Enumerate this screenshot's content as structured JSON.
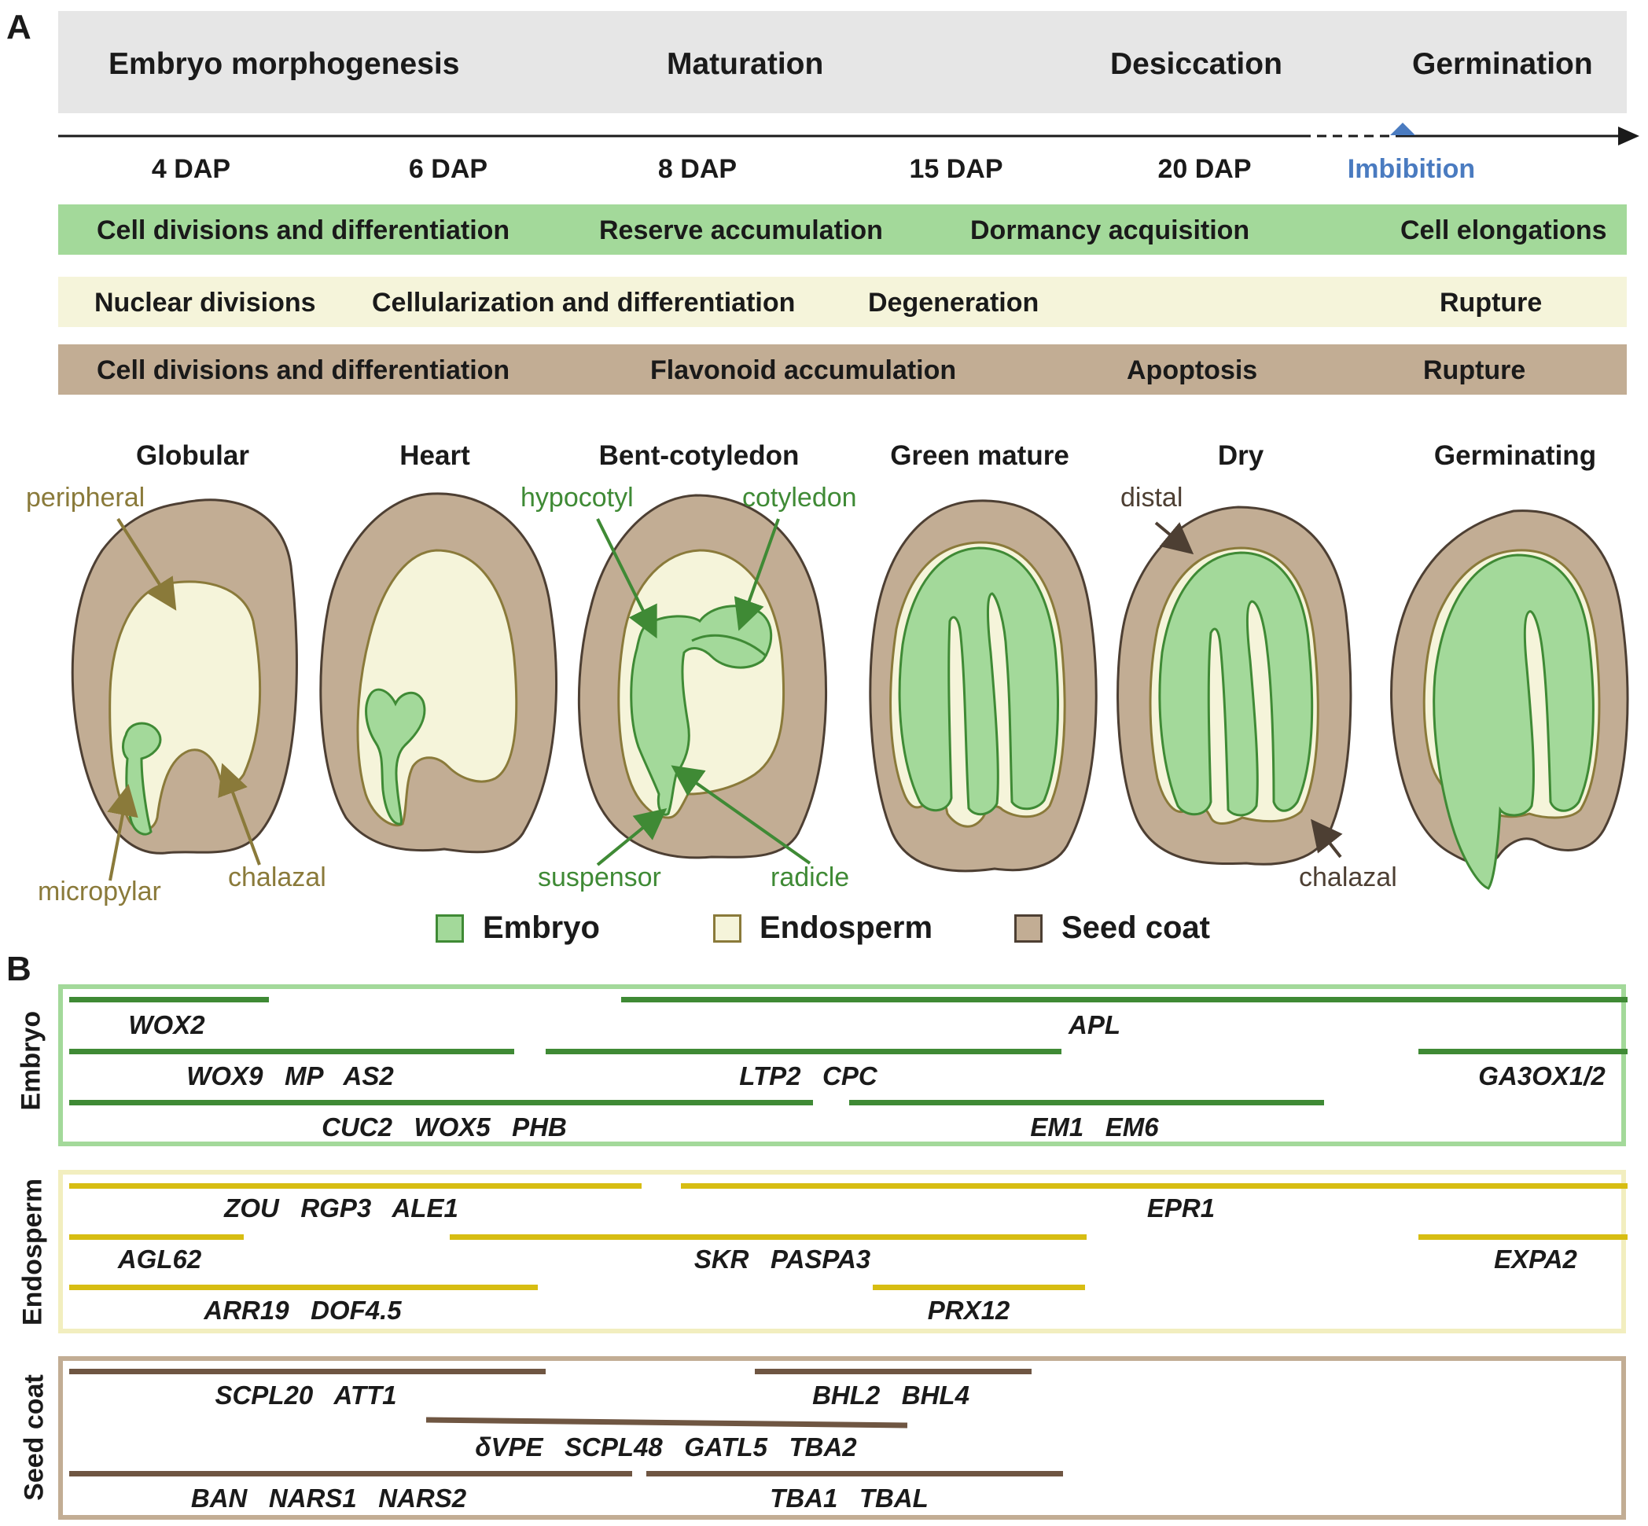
{
  "panels": {
    "a": "A",
    "b": "B"
  },
  "phases": [
    "Embryo morphogenesis",
    "Maturation",
    "Desiccation",
    "Germination"
  ],
  "timepoints": [
    "4 DAP",
    "6 DAP",
    "8 DAP",
    "15 DAP",
    "20 DAP"
  ],
  "imbibition": "Imbibition",
  "rows": {
    "embryo": [
      "Cell divisions and differentiation",
      "Reserve accumulation",
      "Dormancy acquisition",
      "Cell elongations"
    ],
    "endosperm": [
      "Nuclear divisions",
      "Cellularization and differentiation",
      "Degeneration",
      "Rupture"
    ],
    "seedcoat": [
      "Cell divisions and differentiation",
      "Flavonoid accumulation",
      "Apoptosis",
      "Rupture"
    ]
  },
  "stages": [
    "Globular",
    "Heart",
    "Bent-cotyledon",
    "Green mature",
    "Dry",
    "Germinating"
  ],
  "annotations": {
    "peripheral": "peripheral",
    "micropylar": "micropylar",
    "chalazal": "chalazal",
    "hypocotyl": "hypocotyl",
    "cotyledon": "cotyledon",
    "suspensor": "suspensor",
    "radicle": "radicle",
    "distal": "distal",
    "chalazal2": "chalazal"
  },
  "legend": {
    "embryo": "Embryo",
    "endosperm": "Endosperm",
    "seedcoat": "Seed coat"
  },
  "tissues": {
    "embryo": "Embryo",
    "endosperm": "Endosperm",
    "seedcoat": "Seed coat"
  },
  "genes": {
    "e1": "WOX2",
    "e2": "APL",
    "e3": "WOX9   MP   AS2",
    "e4": "LTP2   CPC",
    "e5": "GA3OX1/2",
    "e6": "CUC2   WOX5   PHB",
    "e7": "EM1   EM6",
    "n1": "ZOU   RGP3   ALE1",
    "n2": "EPR1",
    "n3": "AGL62",
    "n4": "SKR   PASPA3",
    "n5": "EXPA2",
    "n6": "ARR19   DOF4.5",
    "n7": "PRX12",
    "s1": "SCPL20   ATT1",
    "s2": "BHL2   BHL4",
    "s3": "δVPE   SCPL48   GATL5   TBA2",
    "s4": "BAN   NARS1   NARS2",
    "s5": "TBA1   TBAL"
  },
  "colors": {
    "embryo": "#a3d99a",
    "embryo_line": "#3f8a35",
    "endosperm": "#f5f4da",
    "endosperm_line": "#8a7a3a",
    "seedcoat": "#c2ad94",
    "seedcoat_line": "#4d3f33",
    "phase_band": "#e6e6e6",
    "embryo_gene": "#3f8a35",
    "endosperm_gene": "#d7bd12",
    "seedcoat_gene": "#6f5642",
    "imbibition": "#4a7bc0"
  }
}
